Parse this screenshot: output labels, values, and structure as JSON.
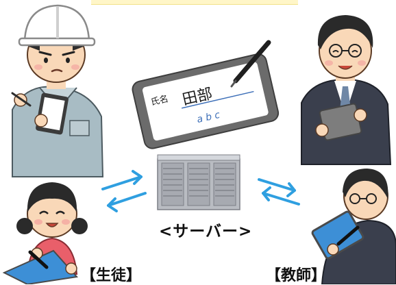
{
  "labels": {
    "server": "<サーバー>",
    "student": "【生徒】",
    "teacher": "【教師】"
  },
  "tablet": {
    "name_label": "氏名",
    "signature": "田部",
    "abc": "a b c"
  },
  "colors": {
    "arrow_blue": "#2f9fe0",
    "tablet_frame": "#6b6b6b",
    "skin": "#f9d8b8",
    "helmet": "#ffffff",
    "worker_jacket": "#a8bcc4",
    "suit_dark": "#3a3f4d",
    "student_shirt": "#e95f6a",
    "server_gray": "#b9bcc2"
  }
}
